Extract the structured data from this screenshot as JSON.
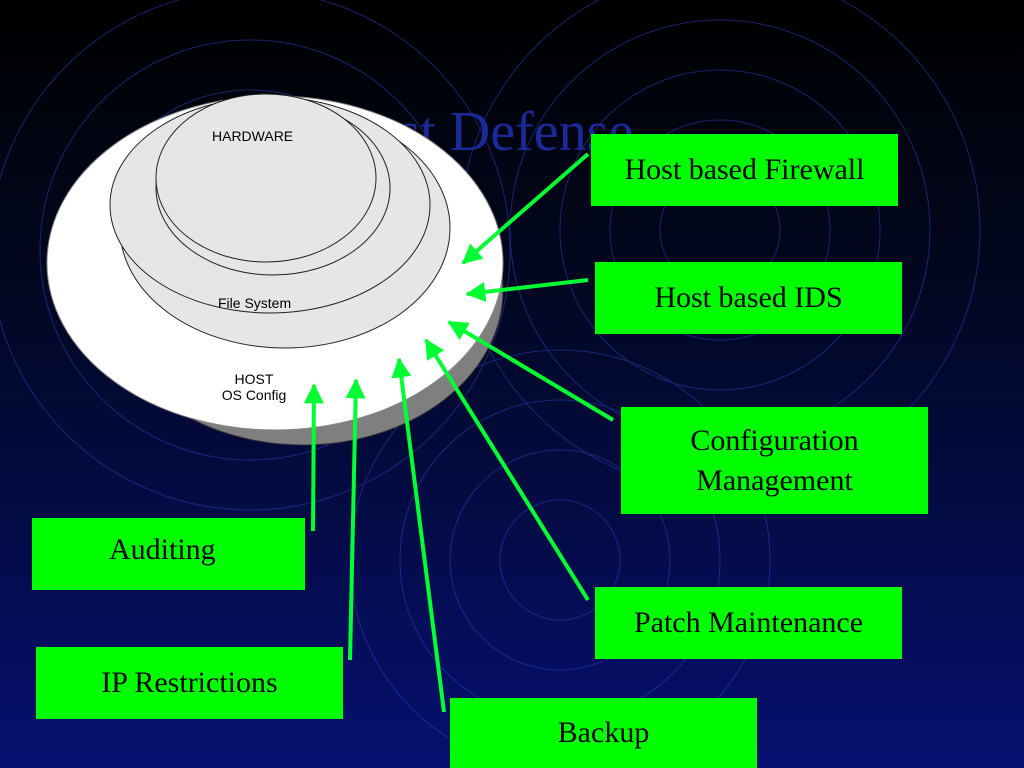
{
  "slide": {
    "title": "Host Defense"
  },
  "layers": {
    "hardware": "HARDWARE",
    "file_system": "File System",
    "host_line1": "HOST",
    "host_line2": "OS Config"
  },
  "callouts": {
    "host_firewall": "Host based Firewall",
    "host_ids": "Host based IDS",
    "config_line1": "Configuration",
    "config_line2": "Management",
    "patch": "Patch Maintenance",
    "backup": "Backup",
    "ip_restrictions": "IP Restrictions",
    "auditing": "Auditing"
  },
  "colors": {
    "box_fill": "#00ff00",
    "arrow": "#00ff33",
    "background": "#000000",
    "ellipse_white": "#ffffff",
    "ellipse_grey": "#e6e6e6",
    "shadow": "#808080"
  }
}
